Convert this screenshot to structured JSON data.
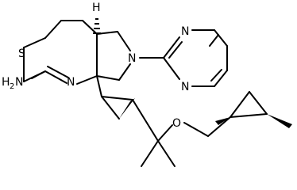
{
  "atom_labels": {
    "sulfur": "S",
    "ring_nitrogen_thiazine": "N",
    "amine_nitrogen": "N",
    "amine_hydrogen": "H",
    "amine_subscript": "2",
    "pyrrolidine_nitrogen": "N",
    "pyrimidine_nitrogen_top": "N",
    "pyrimidine_nitrogen_bottom": "N",
    "ether_oxygen": "O",
    "stereo_hydrogen": "H"
  },
  "colors": {
    "bond": "#000000",
    "label": "#000000",
    "background": "#ffffff"
  }
}
